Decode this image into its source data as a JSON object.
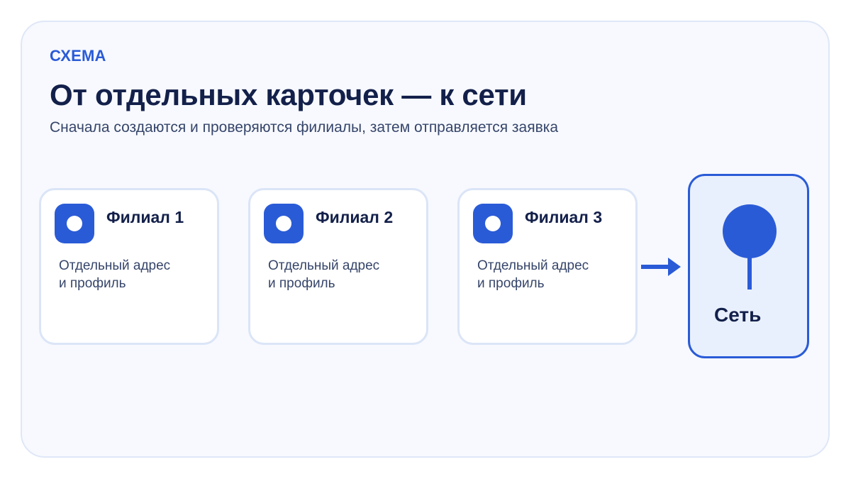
{
  "header": {
    "kicker": "СХЕМА",
    "title": "От отдельных карточек — к сети",
    "subtitle": "Сначала создаются и проверяются филиалы, затем отправляется заявка"
  },
  "branches": [
    {
      "title": "Филиал 1",
      "line1": "Отдельный адрес",
      "line2": "и профиль"
    },
    {
      "title": "Филиал 2",
      "line1": "Отдельный адрес",
      "line2": "и профиль"
    },
    {
      "title": "Филиал 3",
      "line1": "Отдельный адрес",
      "line2": "и профиль"
    }
  ],
  "network": {
    "label": "Сеть",
    "icon": "map-pin-icon"
  },
  "colors": {
    "accent": "#2a5bd7",
    "text_dark": "#13204a",
    "text_muted": "#36456a",
    "panel_bg": "#f7f9fe",
    "card_border": "#dbe5f7",
    "network_bg": "#e9f0fd"
  }
}
